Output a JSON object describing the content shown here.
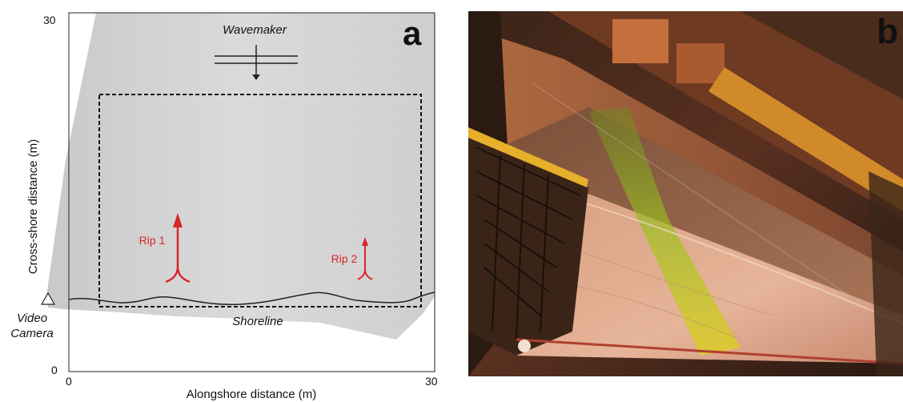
{
  "panel_a": {
    "letter": "a",
    "y_tick_top": "30",
    "y_tick_bottom": "0",
    "x_tick_left": "0",
    "x_tick_right": "30",
    "y_axis_label": "Cross-shore distance (m)",
    "x_axis_label": "Alongshore distance (m)",
    "wavemaker_label": "Wavemaker",
    "shoreline_label": "Shoreline",
    "camera_label_line1": "Video",
    "camera_label_line2": "Camera",
    "rip1_label": "Rip 1",
    "rip2_label": "Rip 2",
    "colors": {
      "basin": "#d3d3d3",
      "rip": "#d8262a",
      "frame": "#222222"
    }
  },
  "panel_b": {
    "letter": "b",
    "photo_description_icon": "laboratory-wave-basin-photo"
  }
}
